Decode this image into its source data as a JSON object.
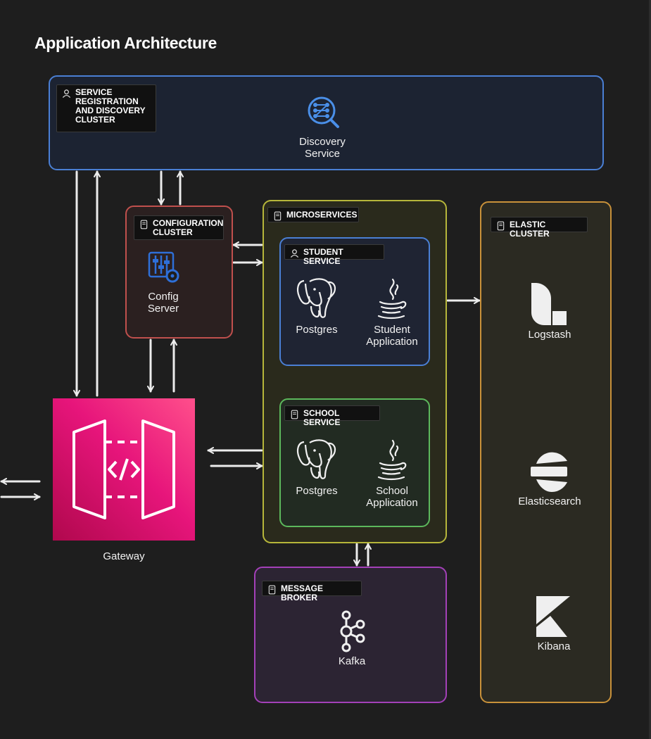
{
  "title": "Application Architecture",
  "discovery_cluster": {
    "label": "SERVICE REGISTRATION AND DISCOVERY CLUSTER",
    "service_label": "Discovery Service"
  },
  "config_cluster": {
    "label": "CONFIGURATION CLUSTER",
    "service_label": "Config Server"
  },
  "microservices": {
    "label": "MICROSERVICES",
    "student_service": {
      "label": "STUDENT SERVICE",
      "db_label": "Postgres",
      "app_label": "Student Application"
    },
    "school_service": {
      "label": "SCHOOL SERVICE",
      "db_label": "Postgres",
      "app_label": "School Application"
    }
  },
  "elastic_cluster": {
    "label": "ELASTIC CLUSTER",
    "logstash_label": "Logstash",
    "elasticsearch_label": "Elasticsearch",
    "kibana_label": "Kibana"
  },
  "message_broker": {
    "label": "MESSAGE BROKER",
    "kafka_label": "Kafka"
  },
  "gateway": {
    "label": "Gateway"
  },
  "colors": {
    "discovery_border": "#4a7fd4",
    "config_border": "#c0504d",
    "microservices_border": "#b6b63a",
    "student_border": "#4a7fd4",
    "school_border": "#5cb85c",
    "elastic_border": "#c8913a",
    "broker_border": "#a340b8",
    "gateway_fill": "#e7157b"
  }
}
